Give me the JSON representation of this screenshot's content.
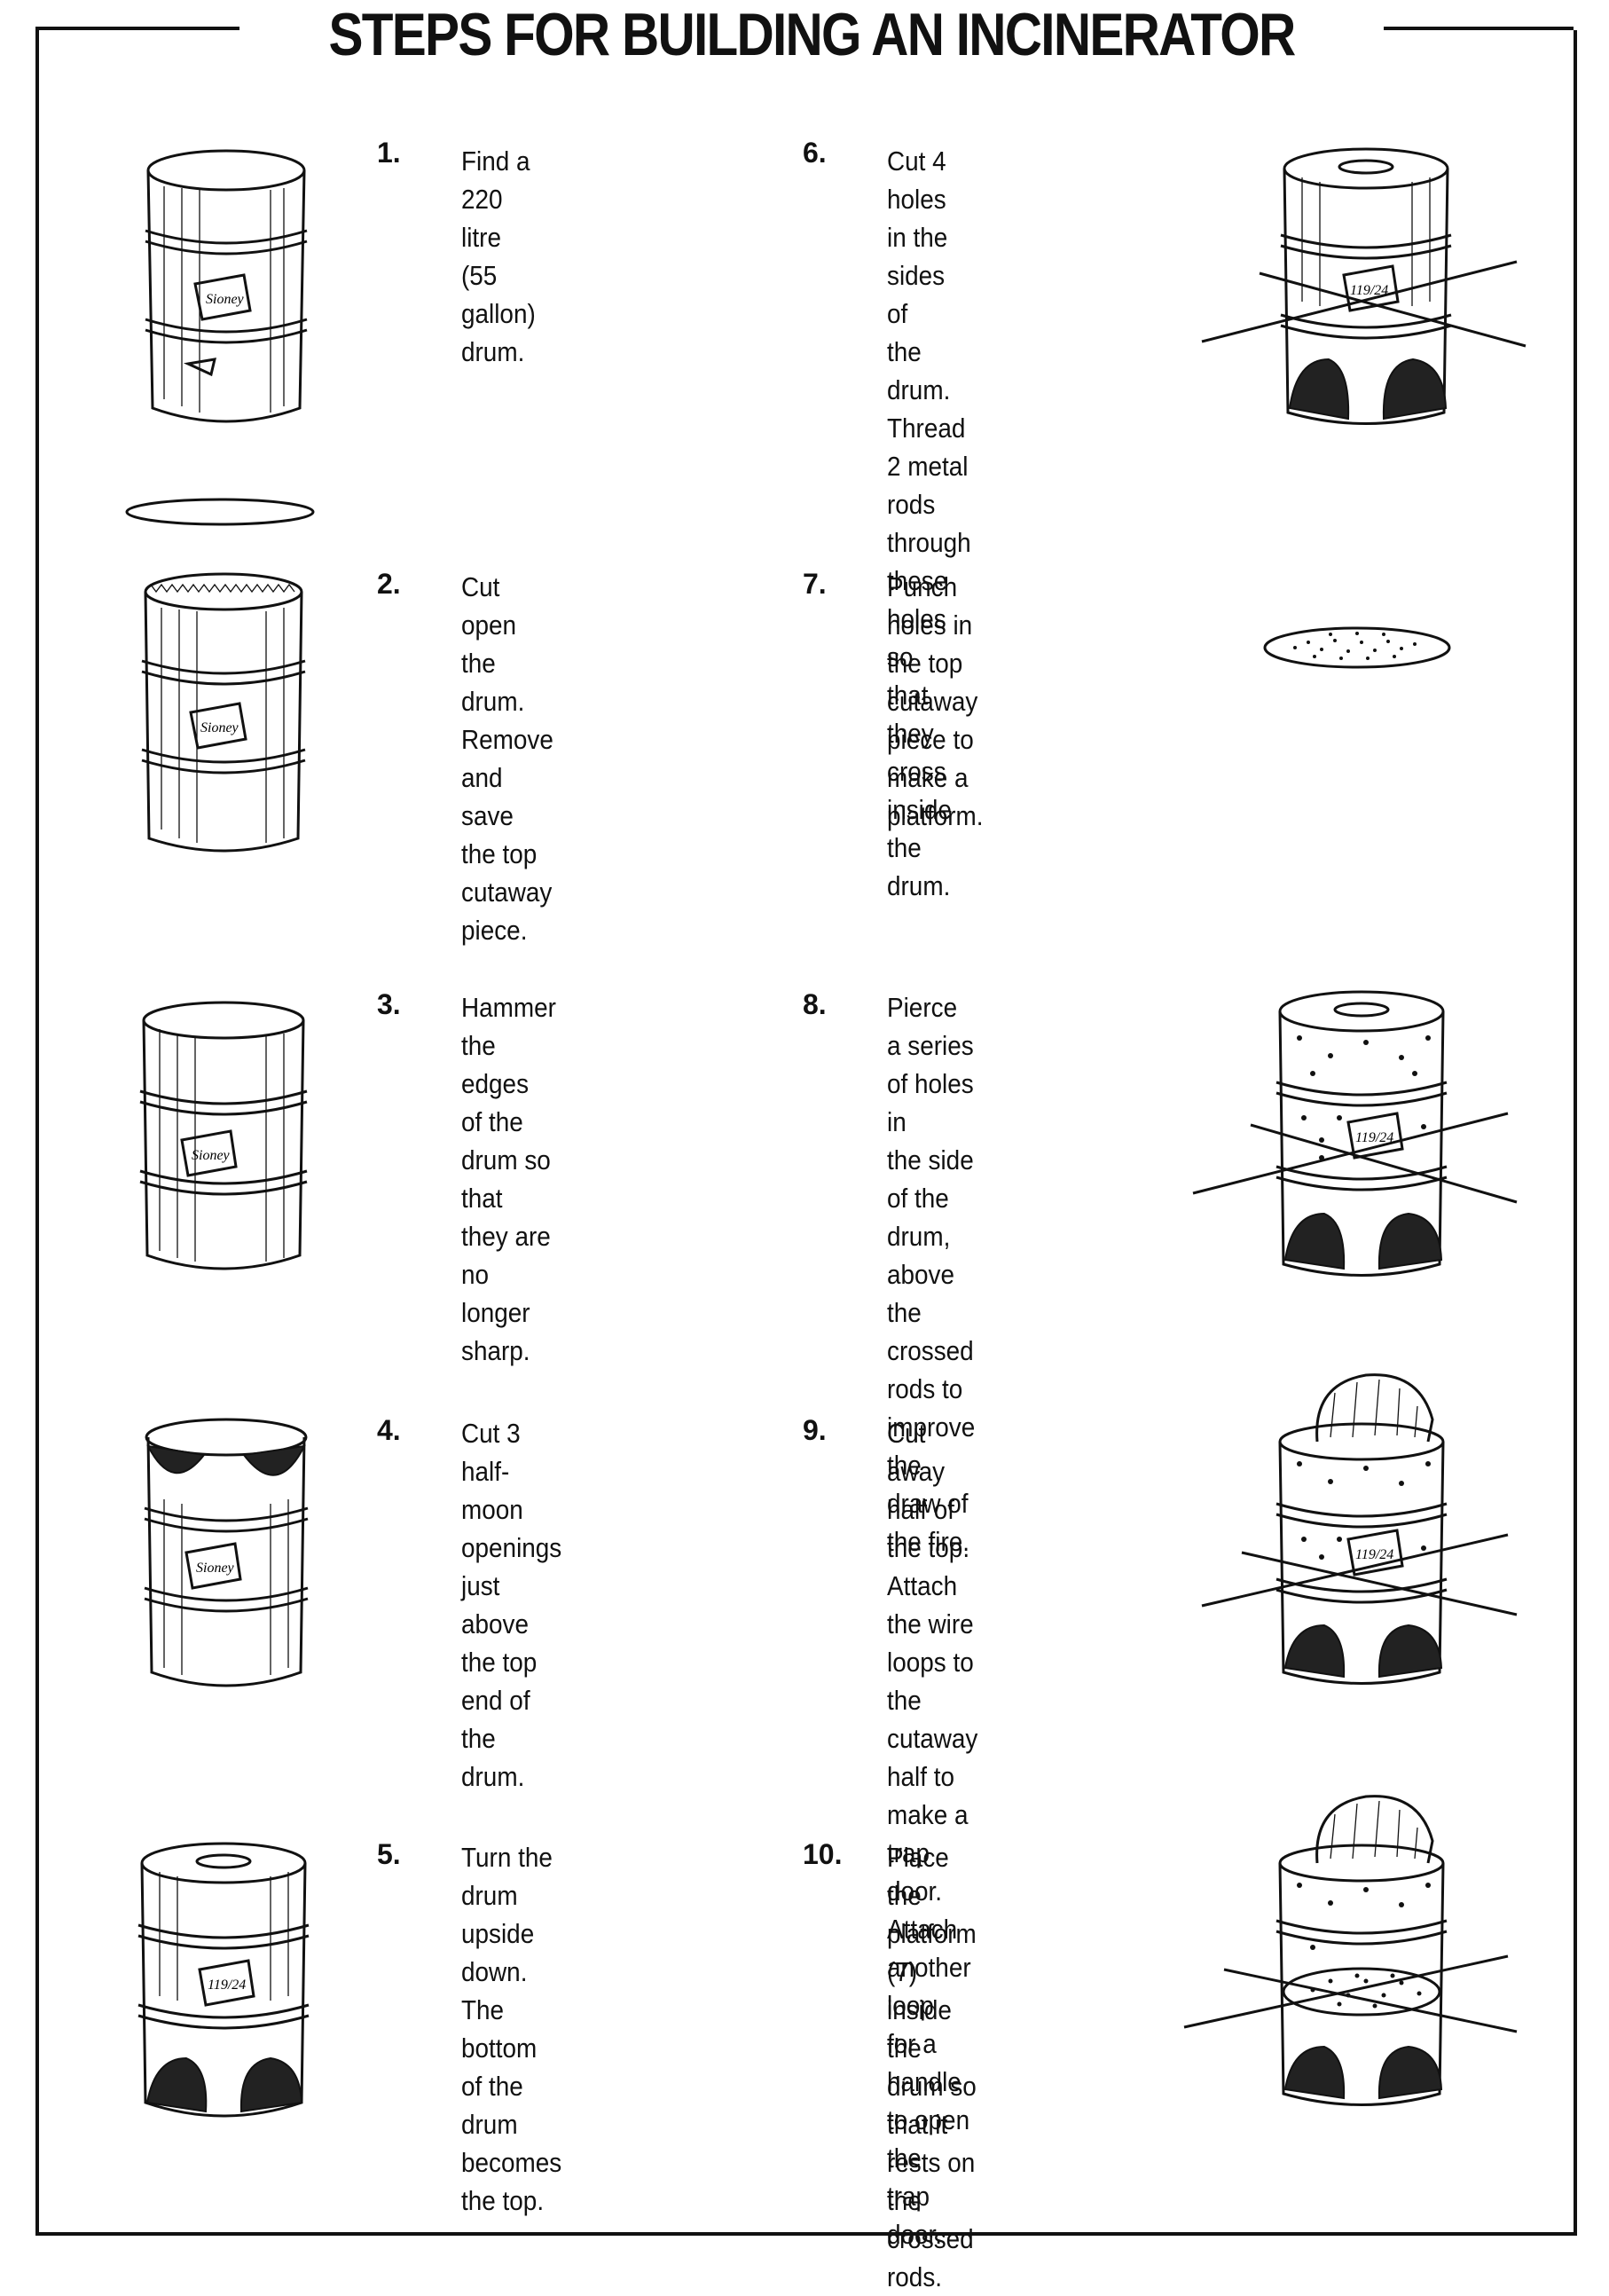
{
  "title": "STEPS FOR BUILDING AN INCINERATOR",
  "steps": [
    {
      "number": "1.",
      "text": "Find a 220 litre\n(55 gallon) drum."
    },
    {
      "number": "2.",
      "text": "Cut open the drum.\nRemove and save the top\ncutaway piece."
    },
    {
      "number": "3.",
      "text": "Hammer the edges of the\ndrum so that they are no\nlonger sharp."
    },
    {
      "number": "4.",
      "text": "Cut 3 half-moon openings\njust above the top end of\nthe drum."
    },
    {
      "number": "5.",
      "text": "Turn the drum upside down.\nThe bottom of the drum\nbecomes the top."
    },
    {
      "number": "6.",
      "text": "Cut 4 holes in the sides of\nthe drum. Thread 2 metal\nrods through these holes so\nthat they cross inside the\ndrum."
    },
    {
      "number": "7.",
      "text": "Punch holes in the top\ncutaway piece to make a\nplatform."
    },
    {
      "number": "8.",
      "text": "Pierce a series of holes in\nthe side of the drum, above\nthe crossed rods to improve\nthe draw of the fire."
    },
    {
      "number": "9.",
      "text": "Cut away half of the top.\nAttach the wire loops to the\ncutaway half to make a trap\ndoor. Attach another loop\nfor a handle to open the\ntrap door."
    },
    {
      "number": "10.",
      "text": "Place the platform (7) inside\nthe drum so that it rests on\nthe crossed rods."
    }
  ],
  "drum_label_a": "Sioney",
  "drum_label_b": "119/24"
}
